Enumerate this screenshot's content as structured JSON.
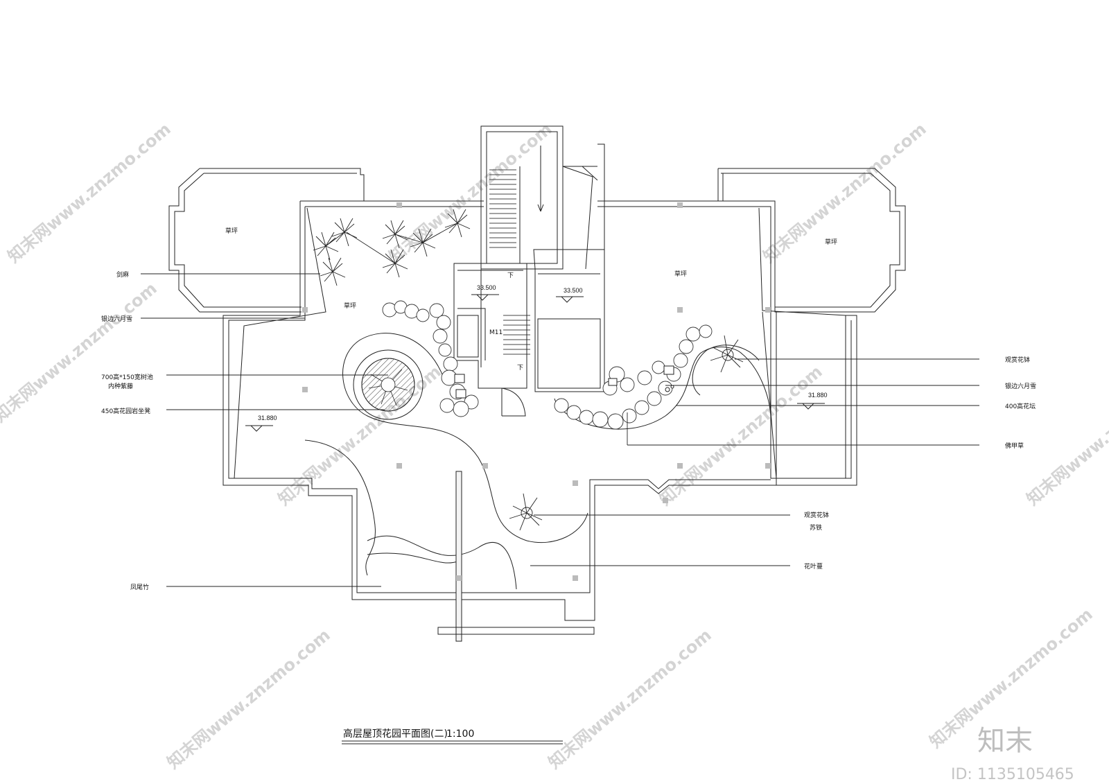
{
  "title": "高层屋顶花园平面图(二)",
  "scale": "1:100",
  "labels": {
    "lawn": "草坪",
    "down": "下",
    "door": "M11",
    "elev_upper": "33.500",
    "elev_lower": "31.880"
  },
  "annotations_left": [
    "剑麻",
    "银边六月雪",
    "700高*150宽树池",
    "内种紫藤",
    "450高花园岩坐凳",
    "凤尾竹"
  ],
  "annotations_right": [
    "观赏花钵",
    "银边六月雪",
    "400高花坛",
    "佛甲草",
    "观赏花钵",
    "苏铁",
    "花叶蔓"
  ],
  "watermark": {
    "site": "知末网www.znzmo.com",
    "brand": "知末",
    "id": "ID: 1135105465"
  },
  "colors": {
    "line": "#222222",
    "hatch": "#444444",
    "watermark": "#d4d4d4"
  }
}
